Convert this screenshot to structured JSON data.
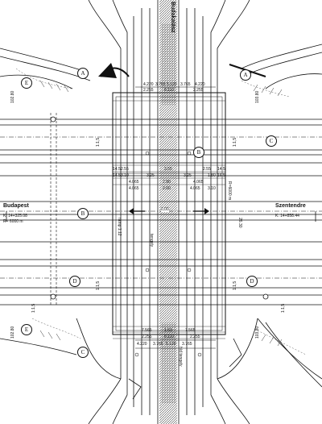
{
  "drawing": {
    "road_top_label": "Budakalász",
    "left_place": "Budapest",
    "left_station": "K. 14+325.08",
    "left_radius": "R= 6000 m",
    "right_place": "Szentendre",
    "right_station": "K. 14+858.44",
    "radius_label": "R=6000 m",
    "section_labels": [
      "A",
      "A",
      "B",
      "B",
      "C",
      "C",
      "D",
      "D",
      "E",
      "E"
    ],
    "pier_label": "0,00",
    "dims_top": [
      "4.220",
      "3.765",
      "5.120",
      "3.765",
      "4.220"
    ],
    "dims_top2": [
      "2.255",
      "8.110",
      "2.255"
    ],
    "dims_mid": [
      "2.55",
      "3.55",
      "2.55"
    ],
    "dims_mid2": [
      "4.065",
      "2.90",
      "4.065"
    ],
    "dims_mid3": [
      "3.10",
      "3.25",
      "3.25",
      "1.80"
    ],
    "dims_mid4": [
      "4.065",
      "2.00",
      "4.065",
      "3.10"
    ],
    "dims_bottom": [
      "7.565",
      "1.63",
      "7.565"
    ],
    "dims_bottom2": [
      "2.255",
      "8.110",
      "2.255"
    ],
    "dims_bottom3": [
      "4.220",
      "3.765",
      "5.120",
      "3.765"
    ],
    "side_dims": [
      "14.5",
      "16.5",
      "14.5",
      "14.5"
    ],
    "elev_labels": [
      "102.80",
      "102.80",
      "103.80",
      "103.80"
    ],
    "slope_labels": [
      "1:1,5",
      "1:1,5",
      "1:1,5",
      "1:1,5",
      "1:1,5",
      "1:1,5"
    ],
    "ramp_label": "ramp 1:12",
    "bridge_span": "26.30",
    "centerline_text": "tengely",
    "axis_note": "híd tengely",
    "colors": {
      "ink": "#111111",
      "hatch": "#555555",
      "paper": "#ffffff"
    }
  }
}
